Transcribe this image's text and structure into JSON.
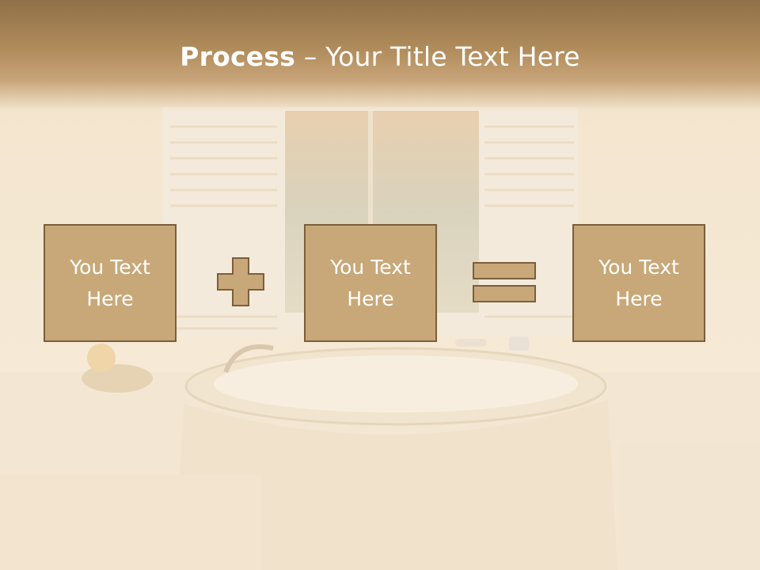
{
  "slide": {
    "title_bold": "Process",
    "title_rest": " – Your Title Text Here"
  },
  "steps": [
    {
      "text": "You Text Here"
    },
    {
      "text": "You Text Here"
    },
    {
      "text": "You Text Here"
    }
  ],
  "operators": [
    "plus-icon",
    "equals-icon"
  ],
  "colors": {
    "title_band": "#a8835a",
    "box_fill": "#c8a878",
    "box_border": "#7b5f3d",
    "text": "#ffffff"
  }
}
